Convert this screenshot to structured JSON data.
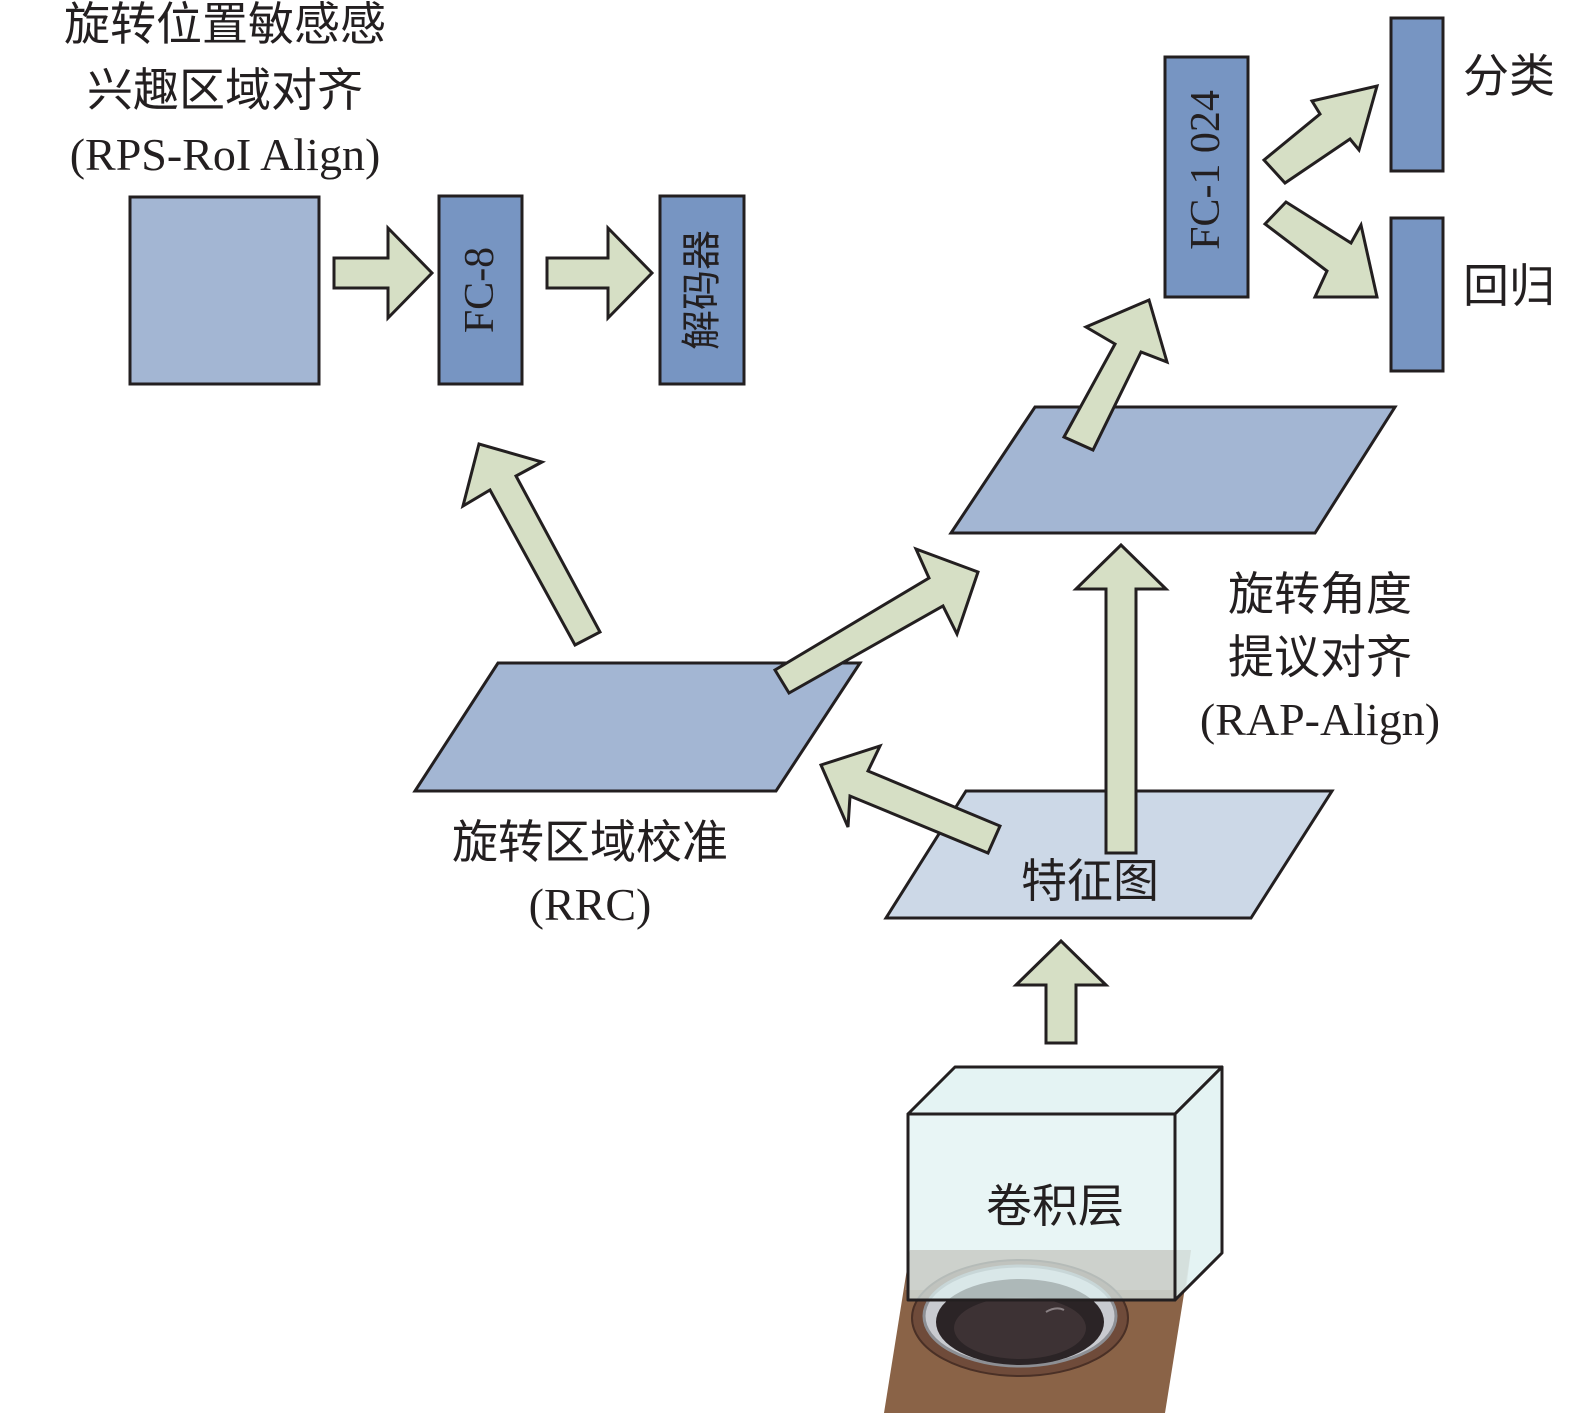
{
  "labels": {
    "rps_roi_align": [
      "旋转位置敏感感",
      "兴趣区域对齐",
      "(RPS-RoI Align)"
    ],
    "fc8": "FC-8",
    "decoder": "解码器",
    "fc1024": "FC-1 024",
    "classification": "分类",
    "regression": "回归",
    "rap_align": [
      "旋转角度",
      "提议对齐",
      "(RAP-Align)"
    ],
    "rrc": [
      "旋转区域校准",
      "(RRC)"
    ],
    "feature_map": "特征图",
    "conv_layer": "卷积层"
  },
  "colors": {
    "light_blue": "#a3b6d3",
    "dark_blue": "#7795c2",
    "pale_blue": "#ccd8e7",
    "arrow_green": "#d6dfc5",
    "cube_cyan": "#dff1f1",
    "outline": "#231f20"
  }
}
